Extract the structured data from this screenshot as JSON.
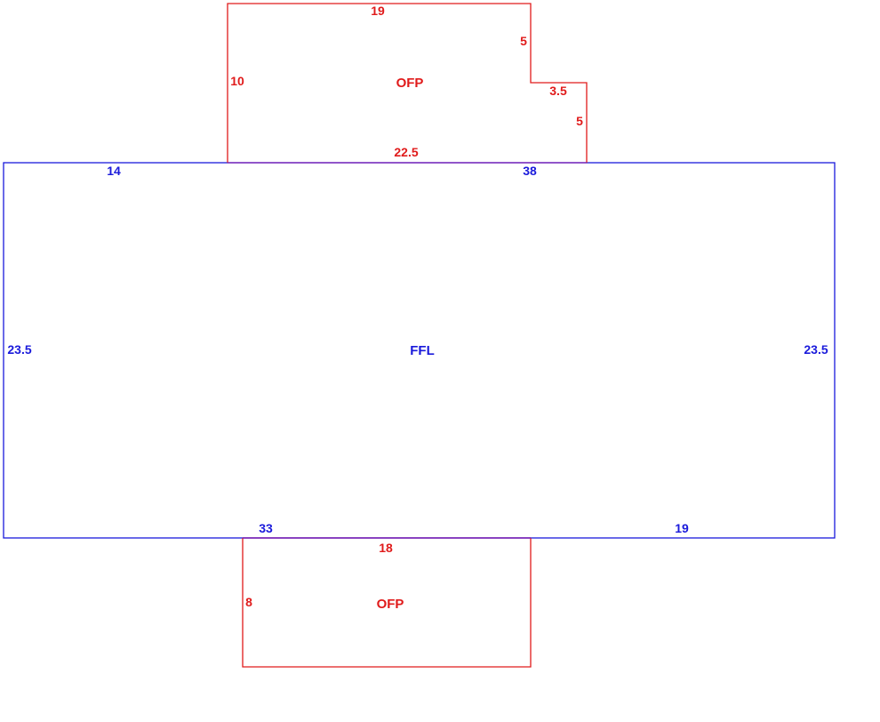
{
  "colors": {
    "ffl": "#1a1adb",
    "ofp": "#e01b1b",
    "shared_edge": "#7a1ab0"
  },
  "areas": {
    "ffl": {
      "label": "FFL",
      "dims": {
        "top_left": "14",
        "top_right": "38",
        "left": "23.5",
        "right": "23.5",
        "bottom_left": "33",
        "bottom_right": "19"
      }
    },
    "ofp_top": {
      "label": "OFP",
      "dims": {
        "top": "19",
        "left": "10",
        "notch_vertical": "5",
        "notch_horizontal": "3.5",
        "right": "5",
        "bottom": "22.5"
      }
    },
    "ofp_bottom": {
      "label": "OFP",
      "dims": {
        "top": "18",
        "left": "8"
      }
    }
  }
}
